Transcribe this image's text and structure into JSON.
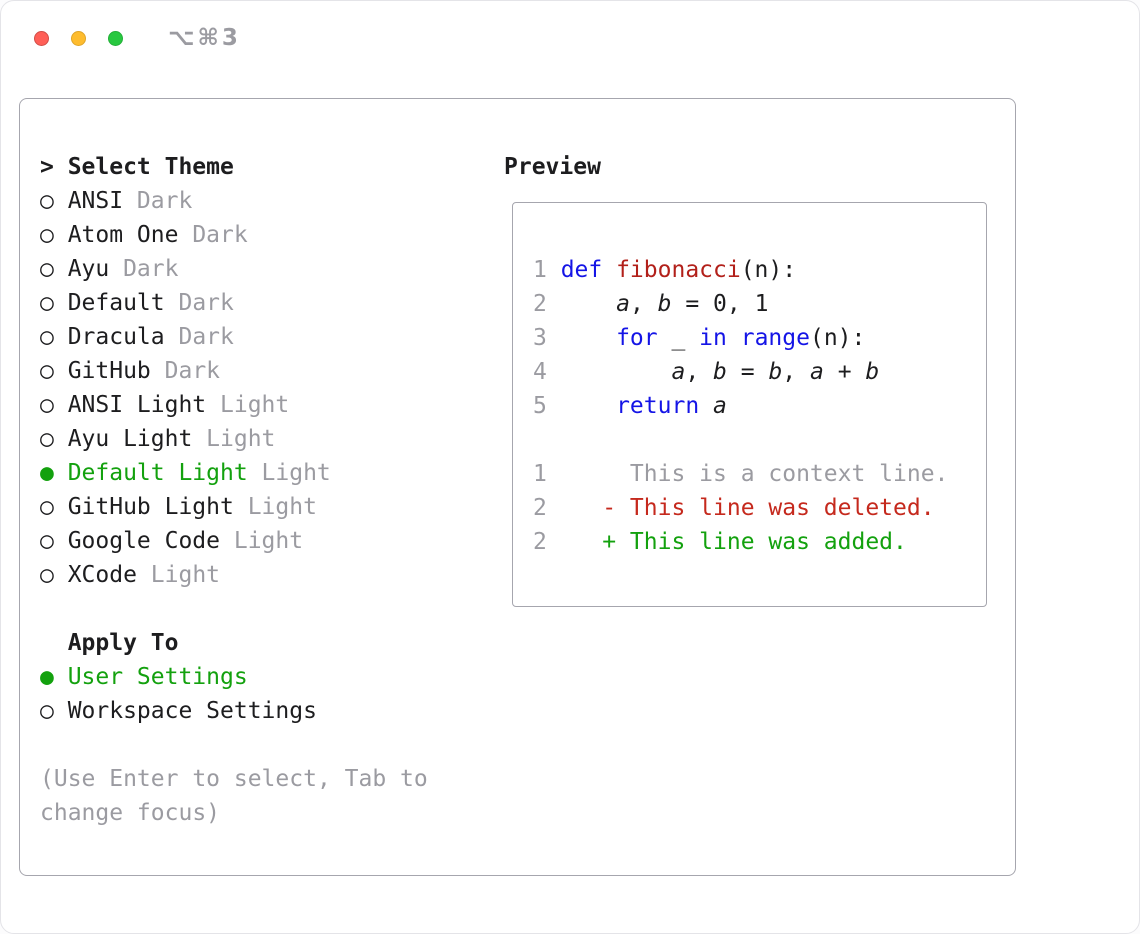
{
  "window": {
    "shortcut": "⌥⌘3",
    "controls": [
      "close-button",
      "minimize-button",
      "zoom-button"
    ]
  },
  "colors": {
    "text": "#1d1d1f",
    "muted": "#9b9ba1",
    "green": "#13a10e",
    "keyword_blue": "#1414e6",
    "function_red": "#b2201a",
    "deleted_red": "#c5291d",
    "panel_border": "#a6a6ae",
    "traffic_red": "#ff5f57",
    "traffic_yellow": "#febc2e",
    "traffic_green": "#28c840"
  },
  "theme_panel": {
    "header": {
      "marker": ">",
      "label": "Select Theme"
    },
    "items": [
      {
        "marker": "○",
        "label": "ANSI",
        "tag": "Dark",
        "selected": false
      },
      {
        "marker": "○",
        "label": "Atom One",
        "tag": "Dark",
        "selected": false
      },
      {
        "marker": "○",
        "label": "Ayu",
        "tag": "Dark",
        "selected": false
      },
      {
        "marker": "○",
        "label": "Default",
        "tag": "Dark",
        "selected": false
      },
      {
        "marker": "○",
        "label": "Dracula",
        "tag": "Dark",
        "selected": false
      },
      {
        "marker": "○",
        "label": "GitHub",
        "tag": "Dark",
        "selected": false
      },
      {
        "marker": "○",
        "label": "ANSI Light",
        "tag": "Light",
        "selected": false
      },
      {
        "marker": "○",
        "label": "Ayu Light",
        "tag": "Light",
        "selected": false
      },
      {
        "marker": "●",
        "label": "Default Light",
        "tag": "Light",
        "selected": true
      },
      {
        "marker": "○",
        "label": "GitHub Light",
        "tag": "Light",
        "selected": false
      },
      {
        "marker": "○",
        "label": "Google Code",
        "tag": "Light",
        "selected": false
      },
      {
        "marker": "○",
        "label": "XCode",
        "tag": "Light",
        "selected": false
      }
    ],
    "apply_to": {
      "label": "Apply To",
      "options": [
        {
          "marker": "●",
          "label": "User Settings",
          "selected": true
        },
        {
          "marker": "○",
          "label": "Workspace Settings",
          "selected": false
        }
      ]
    },
    "hint": "(Use Enter to select, Tab to change focus)"
  },
  "preview": {
    "title": "Preview",
    "code_lines": [
      {
        "num": "1",
        "segs": [
          {
            "t": "def "
          },
          {
            "t": "fibonacci"
          },
          {
            "t": "(n):"
          }
        ]
      },
      {
        "num": "2",
        "segs": [
          {
            "t": "    "
          },
          {
            "t": "a"
          },
          {
            "t": ", "
          },
          {
            "t": "b"
          },
          {
            "t": " = 0, 1"
          }
        ]
      },
      {
        "num": "3",
        "segs": [
          {
            "t": "    "
          },
          {
            "t": "for"
          },
          {
            "t": " _ "
          },
          {
            "t": "in"
          },
          {
            "t": " "
          },
          {
            "t": "range"
          },
          {
            "t": "(n):"
          }
        ]
      },
      {
        "num": "4",
        "segs": [
          {
            "t": "        "
          },
          {
            "t": "a"
          },
          {
            "t": ", "
          },
          {
            "t": "b"
          },
          {
            "t": " = "
          },
          {
            "t": "b"
          },
          {
            "t": ", "
          },
          {
            "t": "a"
          },
          {
            "t": " + "
          },
          {
            "t": "b"
          }
        ]
      },
      {
        "num": "5",
        "segs": [
          {
            "t": "    "
          },
          {
            "t": "return"
          },
          {
            "t": " "
          },
          {
            "t": "a"
          }
        ]
      }
    ],
    "diff_lines": [
      {
        "num": "1",
        "text": "     This is a context line.",
        "kind": "context"
      },
      {
        "num": "2",
        "text": "   - This line was deleted.",
        "kind": "deleted"
      },
      {
        "num": "2",
        "text": "   + This line was added.",
        "kind": "added"
      }
    ]
  }
}
